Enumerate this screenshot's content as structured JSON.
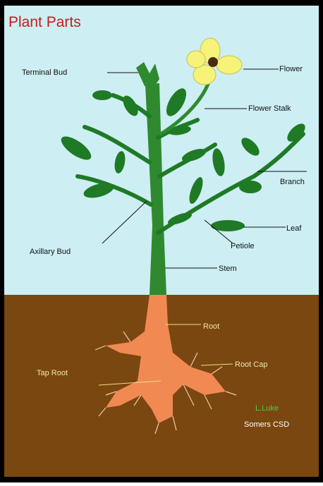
{
  "title": "Plant Parts",
  "labels": {
    "terminal_bud": "Terminal Bud",
    "flower": "Flower",
    "flower_stalk": "Flower Stalk",
    "branch": "Branch",
    "leaf": "Leaf",
    "petiole": "Petiole",
    "axillary_bud": "Axillary Bud",
    "stem": "Stem",
    "root": "Root",
    "root_cap": "Root Cap",
    "tap_root": "Tap Root"
  },
  "credits": {
    "author": "L.Luke",
    "school": "Somers CSD"
  },
  "colors": {
    "sky": "#cdeef3",
    "soil": "#7a4710",
    "stem": "#2f8a2f",
    "leaf": "#1f7a26",
    "root": "#f08a52",
    "flower": "#f6f27a",
    "flower_center": "#4a2a10",
    "title": "#c81b1b",
    "frame": "#000000"
  }
}
